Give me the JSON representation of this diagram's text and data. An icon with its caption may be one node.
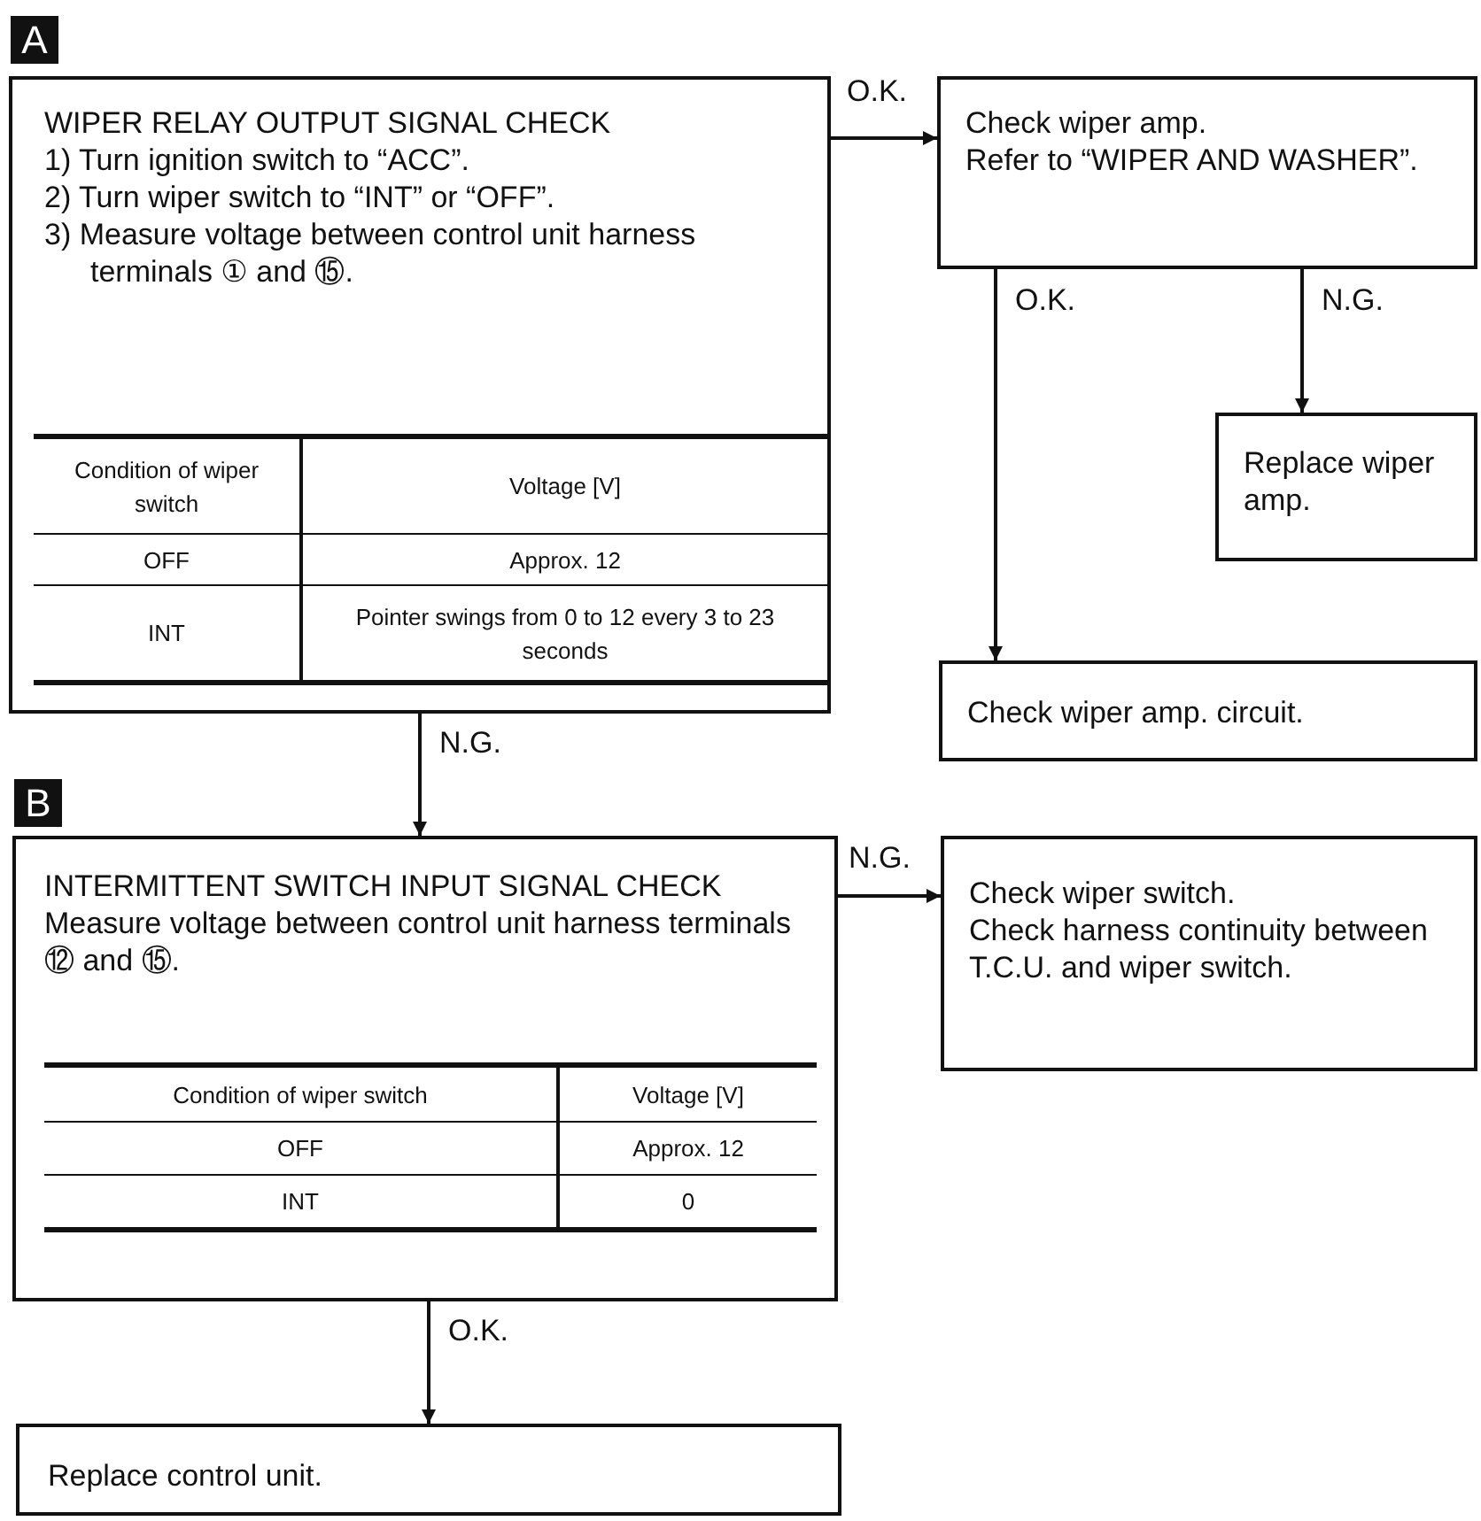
{
  "diagram": {
    "nodes": [
      {
        "text": [
          "WIPER RELAY OUTPUT SIGNAL CHECK",
          "1) Turn ignition switch to “ACC”.",
          "2) Turn wiper switch to “INT” or “OFF”.",
          "3) Measure voltage between control unit harness terminals ① and ⑮.",
          "Condition of wiper switch",
          "Voltage [V]",
          "OFF",
          "Approx. 12",
          "INT",
          "Pointer swings from 0 to 12 every 3 to 23 seconds"
        ]
      },
      {
        "text": [
          "Check wiper amp.",
          "Refer to “WIPER AND WASHER”."
        ]
      },
      {
        "text": [
          "Replace wiper amp."
        ]
      },
      {
        "text": [
          "Check wiper amp. circuit."
        ]
      },
      {
        "text": [
          "INTERMITTENT SWITCH INPUT SIGNAL CHECK",
          "Measure voltage between control unit harness terminals ⑫ and ⑮.",
          "Condition of wiper switch",
          "Voltage [V]",
          "OFF",
          "Approx. 12",
          "INT",
          "0"
        ]
      },
      {
        "text": [
          "Check wiper switch.",
          "Check harness continuity between T.C.U. and wiper switch."
        ]
      },
      {
        "text": [
          "Replace control unit."
        ]
      }
    ],
    "edges": [
      {
        "from": 0,
        "to": 1,
        "arrow": "to",
        "label": "O.K."
      },
      {
        "from": 1,
        "to": 3,
        "arrow": "to",
        "label": "O.K."
      },
      {
        "from": 1,
        "to": 2,
        "arrow": "to",
        "label": "N.G."
      },
      {
        "from": 0,
        "to": 4,
        "arrow": "to",
        "label": "N.G."
      },
      {
        "from": 4,
        "to": 5,
        "arrow": "to",
        "label": "N.G."
      },
      {
        "from": 4,
        "to": 6,
        "arrow": "to",
        "label": "O.K."
      }
    ],
    "labels": [
      "A",
      "B"
    ]
  }
}
